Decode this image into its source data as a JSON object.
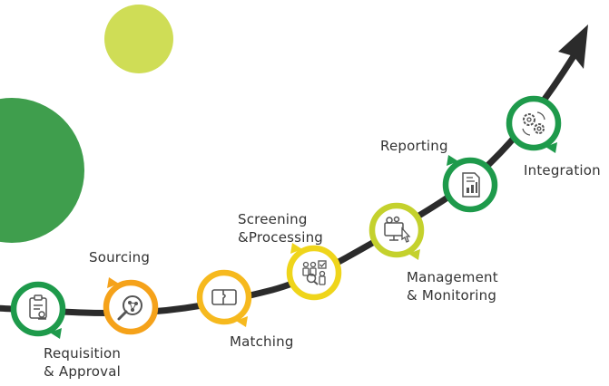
{
  "colors": {
    "path": "#2b2b2b",
    "background": "#ffffff",
    "icon_stroke": "#555555",
    "label_text": "#333333",
    "deco_green": "#3f9e4d",
    "deco_lime": "#cfdd56"
  },
  "steps": [
    {
      "label": "Requisition\n& Approval",
      "icon": "clipboard-stamp-icon",
      "ring_color": "#1e9a4b",
      "pointer": "bottom-right"
    },
    {
      "label": "Sourcing",
      "icon": "magnifier-network-icon",
      "ring_color": "#f5a21a",
      "pointer": "top-left"
    },
    {
      "label": "Matching",
      "icon": "puzzle-match-icon",
      "ring_color": "#f6b91e",
      "pointer": "bottom-right"
    },
    {
      "label": "Screening\n&Processing",
      "icon": "candidates-screening-icon",
      "ring_color": "#efd51b",
      "pointer": "top-left"
    },
    {
      "label": "Management\n& Monitoring",
      "icon": "monitor-gears-icon",
      "ring_color": "#c4d12d",
      "pointer": "bottom-right"
    },
    {
      "label": "Reporting",
      "icon": "report-chart-icon",
      "ring_color": "#1e9a4b",
      "pointer": "top-left"
    },
    {
      "label": "Integration",
      "icon": "gears-cycle-icon",
      "ring_color": "#1e9a4b",
      "pointer": "bottom-right"
    }
  ]
}
